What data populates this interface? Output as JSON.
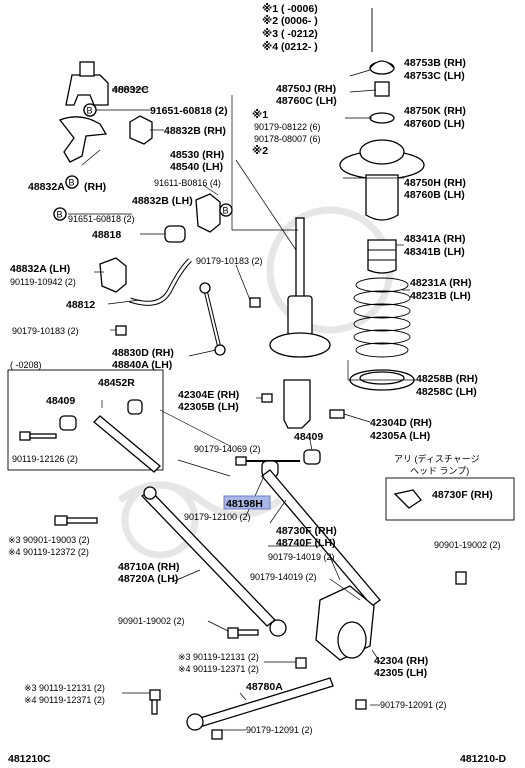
{
  "notes": [
    {
      "id": "n1",
      "text": "※1 (      -0006)"
    },
    {
      "id": "n2",
      "text": "※2 (0006-      )"
    },
    {
      "id": "n3",
      "text": "※3 (      -0212)"
    },
    {
      "id": "n4",
      "text": "※4 (0212-      )"
    }
  ],
  "labels": [
    {
      "id": "l48753b",
      "text": "48753B (RH)"
    },
    {
      "id": "l48753c",
      "text": "48753C (LH)"
    },
    {
      "id": "l48832c",
      "text": "48832C"
    },
    {
      "id": "l91651a",
      "text": "91651-60818 (2)"
    },
    {
      "id": "l48750j",
      "text": "48750J (RH)"
    },
    {
      "id": "l48760c",
      "text": "48760C (LH)"
    },
    {
      "id": "l48832b",
      "text": "48832B (RH)"
    },
    {
      "id": "l48750k",
      "text": "48750K (RH)"
    },
    {
      "id": "l48760d",
      "text": "48760D (LH)"
    },
    {
      "id": "lstar1",
      "text": "※1"
    },
    {
      "id": "l90179_08122",
      "text": "90179-08122 (6)"
    },
    {
      "id": "l90178_08007",
      "text": "90178-08007 (6)"
    },
    {
      "id": "lstar2",
      "text": "※2"
    },
    {
      "id": "l48530",
      "text": "48530 (RH)"
    },
    {
      "id": "l48540",
      "text": "48540 (LH)"
    },
    {
      "id": "l48832a",
      "text": "48832A"
    },
    {
      "id": "l48832a_rh",
      "text": "(RH)"
    },
    {
      "id": "l48750h",
      "text": "48750H (RH)"
    },
    {
      "id": "l48760b",
      "text": "48760B (LH)"
    },
    {
      "id": "l91611",
      "text": "91611-B0816 (4)"
    },
    {
      "id": "l48832b_lh",
      "text": "48832B (LH)"
    },
    {
      "id": "l91651b",
      "text": "91651-60818 (2)"
    },
    {
      "id": "l48818",
      "text": "48818"
    },
    {
      "id": "l48341a",
      "text": "48341A (RH)"
    },
    {
      "id": "l48341b",
      "text": "48341B (LH)"
    },
    {
      "id": "l48832a_lh",
      "text": "48832A (LH)"
    },
    {
      "id": "l90179_10183a",
      "text": "90179-10183 (2)"
    },
    {
      "id": "l90119_10942",
      "text": "90119-10942 (2)"
    },
    {
      "id": "l48231a",
      "text": "48231A (RH)"
    },
    {
      "id": "l48231b",
      "text": "48231B (LH)"
    },
    {
      "id": "l48812",
      "text": "48812"
    },
    {
      "id": "l90179_10183b",
      "text": "90179-10183 (2)"
    },
    {
      "id": "l48830d",
      "text": "48830D (RH)"
    },
    {
      "id": "l48840a",
      "text": "48840A (LH)"
    },
    {
      "id": "lrange0208",
      "text": "(      -0208)"
    },
    {
      "id": "l48452r",
      "text": "48452R"
    },
    {
      "id": "l48258b",
      "text": "48258B (RH)"
    },
    {
      "id": "l48258c",
      "text": "48258C (LH)"
    },
    {
      "id": "l42304e",
      "text": "42304E (RH)"
    },
    {
      "id": "l42305b",
      "text": "42305B (LH)"
    },
    {
      "id": "l48409a",
      "text": "48409"
    },
    {
      "id": "l42304d",
      "text": "42304D (RH)"
    },
    {
      "id": "l42305a",
      "text": "42305A (LH)"
    },
    {
      "id": "l48409b",
      "text": "48409"
    },
    {
      "id": "l90119_12126",
      "text": "90119-12126 (2)"
    },
    {
      "id": "l90179_14069",
      "text": "90179-14069 (2)"
    },
    {
      "id": "lari",
      "text": "アリ (ディスチャージ"
    },
    {
      "id": "lhead",
      "text": "ヘッド ランプ)"
    },
    {
      "id": "l48198h",
      "text": "48198H"
    },
    {
      "id": "l48730f_box",
      "text": "48730F (RH)"
    },
    {
      "id": "l90179_12100",
      "text": "90179-12100 (2)"
    },
    {
      "id": "l48730f",
      "text": "48730F (RH)"
    },
    {
      "id": "l48740f",
      "text": "48740F (LH)"
    },
    {
      "id": "l90901_19003",
      "text": "※3 90901-19003 (2)"
    },
    {
      "id": "l90119_12372",
      "text": "※4 90119-12372 (2)"
    },
    {
      "id": "l90901_19002a",
      "text": "90901-19002 (2)"
    },
    {
      "id": "l90179_14019a",
      "text": "90179-14019 (2)"
    },
    {
      "id": "l48710a",
      "text": "48710A (RH)"
    },
    {
      "id": "l48720a",
      "text": "48720A (LH)"
    },
    {
      "id": "l90179_14019b",
      "text": "90179-14019 (2)"
    },
    {
      "id": "l90901_19002b",
      "text": "90901-19002 (2)"
    },
    {
      "id": "l90119_12131a",
      "text": "※3 90119-12131 (2)"
    },
    {
      "id": "l90119_12371a",
      "text": "※4 90119-12371 (2)"
    },
    {
      "id": "l42304",
      "text": "42304 (RH)"
    },
    {
      "id": "l42305",
      "text": "42305 (LH)"
    },
    {
      "id": "l48780a",
      "text": "48780A"
    },
    {
      "id": "l90119_12131b",
      "text": "※3 90119-12131 (2)"
    },
    {
      "id": "l90119_12371b",
      "text": "※4 90119-12371 (2)"
    },
    {
      "id": "l90179_12091a",
      "text": "90179-12091 (2)"
    },
    {
      "id": "l90179_12091b",
      "text": "90179-12091 (2)"
    },
    {
      "id": "lcode_left",
      "text": "481210C"
    },
    {
      "id": "lcode_right",
      "text": "481210-D"
    }
  ],
  "markers": {
    "b": "B"
  },
  "colors": {
    "highlight": "#a9b7e6",
    "line": "#000000"
  }
}
